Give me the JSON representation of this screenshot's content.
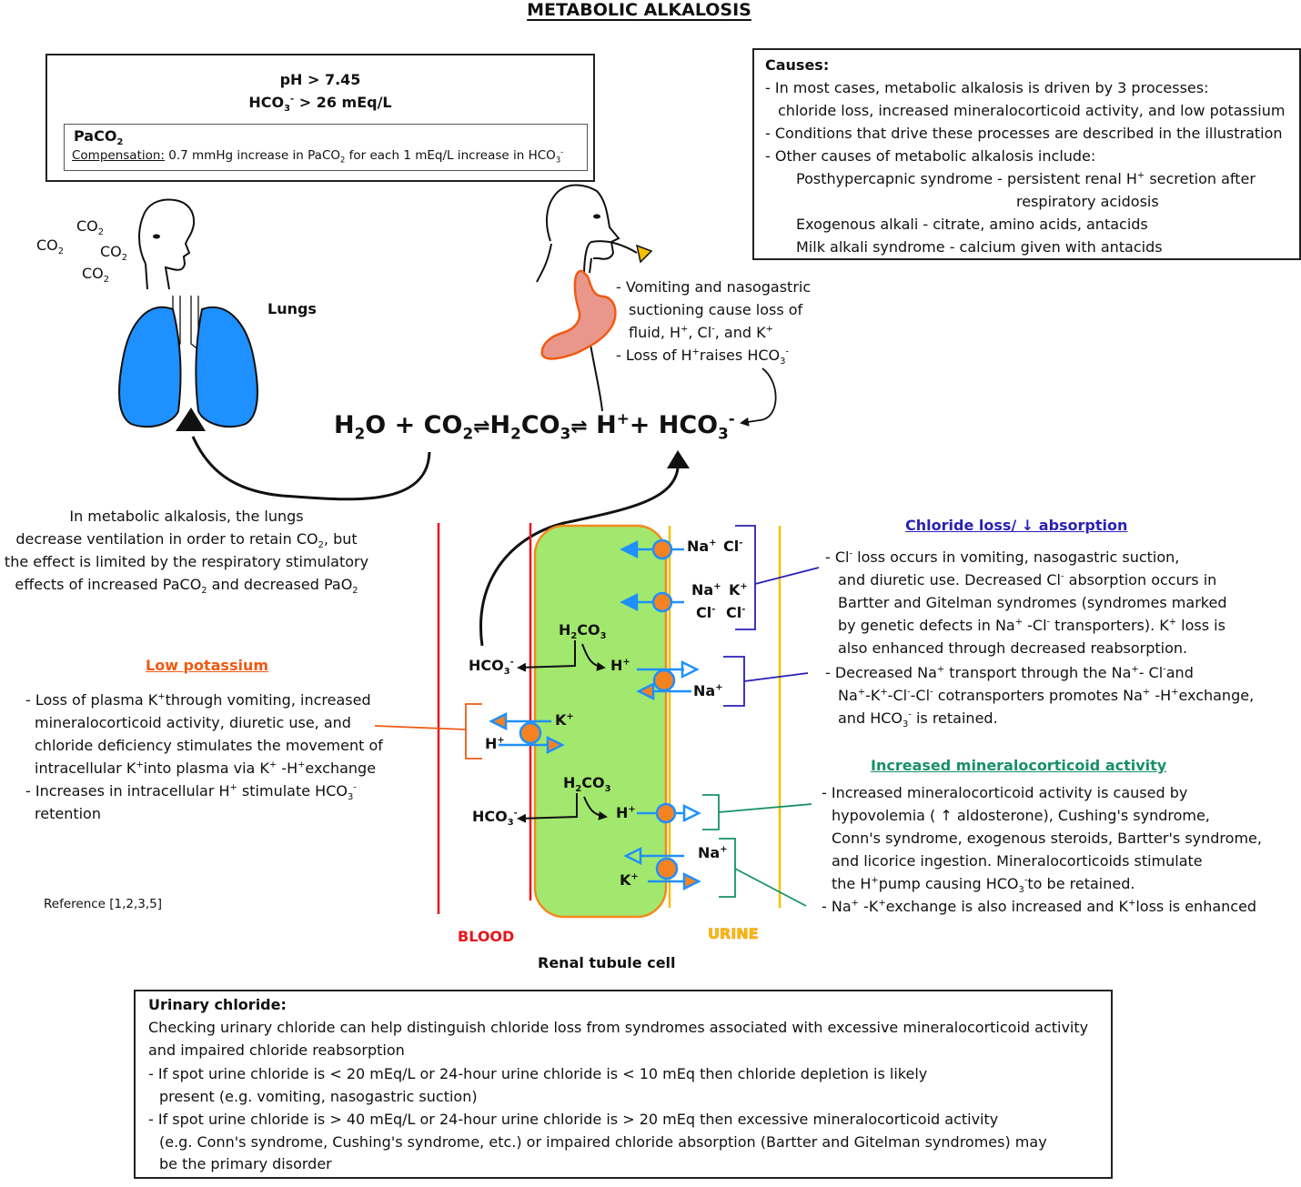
{
  "title": "METABOLIC ALKALOSIS",
  "criteria": {
    "ph": "pH > 7.45",
    "hco3": "HCO",
    "hco3_sub": "3",
    "hco3_sup": "-",
    "hco3_value": " > 26 mEq/L",
    "paco2": "PaCO",
    "paco2_sub": "2",
    "compensation_label": "Compensation:",
    "compensation_text_a": " 0.7 mmHg increase in PaCO",
    "compensation_text_b": " for each 1 mEq/L increase in HCO"
  },
  "causes": {
    "heading": "Causes:",
    "line1": "- In most cases, metabolic alkalosis is driven by 3 processes:",
    "line2": "chloride loss, increased mineralocorticoid activity, and low potassium",
    "line3": "- Conditions that drive these processes are described in the illustration",
    "line4": "- Other causes of metabolic alkalosis include:",
    "line5a": "Posthypercapnic syndrome - persistent renal H",
    "line5b": " secretion after",
    "line6": "respiratory acidosis",
    "line7": "Exogenous  alkali - citrate, amino acids, antacids",
    "line8": "Milk alkali syndrome - calcium given with antacids"
  },
  "lungs": {
    "label": "Lungs",
    "co2": "CO",
    "co2_sub": "2"
  },
  "vomiting": {
    "line1": "- Vomiting and nasogastric",
    "line2": "suctioning cause loss of",
    "line3a": "fluid, H",
    "line3b": ", Cl",
    "line3c": ", and K",
    "line4a": "- Loss of H",
    "line4b": "raises HCO"
  },
  "equation": {
    "h2o": "H",
    "o": "O",
    "plus": " + ",
    "co2": "CO",
    "h2co3_h": "H",
    "h2co3_co": "CO",
    "h": "H",
    "hco3": "HCO",
    "sub2": "2",
    "sub3": "3"
  },
  "resp_note": {
    "line1": "In metabolic alkalosis, the lungs",
    "line2a": "decrease ventilation in order to retain CO",
    "line2b": ", but",
    "line3": "the effect is limited by the respiratory stimulatory",
    "line4a": "effects of increased PaCO",
    "line4b": " and decreased PaO"
  },
  "low_potassium": {
    "heading": "Low potassium",
    "line1a": "- Loss of plasma K",
    "line1b": "through vomiting, increased",
    "line2": "mineralocorticoid activity, diuretic use, and",
    "line3": "chloride deficiency stimulates the movement of",
    "line4a": "intracellular K",
    "line4b": "into plasma via K",
    "line4c": " -H",
    "line4d": "exchange",
    "line5a": "- Increases in intracellular H",
    "line5b": " stimulate HCO",
    "line6": "retention"
  },
  "chloride_loss": {
    "heading": "Chloride loss/ ↓ absorption",
    "line1a": "- Cl",
    "line1b": " loss occurs in vomiting, nasogastric suction,",
    "line2a": "and diuretic use. Decreased Cl",
    "line2b": " absorption occurs in",
    "line3": "Bartter and Gitelman syndromes (syndromes marked",
    "line4a": "by genetic defects in Na",
    "line4b": " -Cl",
    "line4c": " transporters). K",
    "line4d": " loss is",
    "line5": "also enhanced through decreased reabsorption.",
    "line6a": "- Decreased Na",
    "line6b": " transport through the Na",
    "line6c": "- Cl",
    "line6d": "and",
    "line7a": "Na",
    "line7b": "-K",
    "line7c": "-Cl",
    "line7d": "-Cl",
    "line7e": " cotransporters promotes Na",
    "line7f": " -H",
    "line7g": "exchange,",
    "line8a": "and HCO",
    "line8b": " is retained."
  },
  "mineralocorticoid": {
    "heading": "Increased mineralocorticoid activity",
    "line1": "- Increased mineralocorticoid activity is caused by",
    "line2": "hypovolemia ( ↑ aldosterone), Cushing's syndrome,",
    "line3": "Conn's syndrome, exogenous steroids, Bartter's syndrome,",
    "line4": "and licorice ingestion. Mineralocorticoids stimulate",
    "line5a": "the H",
    "line5b": "pump causing HCO",
    "line5c": "to be retained.",
    "line6a": "- Na",
    "line6b": " -K",
    "line6c": "exchange is also increased and K",
    "line6d": "loss is enhanced"
  },
  "cell_labels": {
    "na": "Na",
    "cl": "Cl",
    "k": "K",
    "h": "H",
    "hco3": "HCO",
    "h2co3_h": "H",
    "h2co3_co": "CO",
    "plus": "+",
    "minus": "-",
    "blood": "BLOOD",
    "urine": "URINE",
    "cell": "Renal tubule cell"
  },
  "reference": "Reference [1,2,3,5]",
  "urinary": {
    "heading": "Urinary chloride:",
    "line1": "Checking urinary chloride can help distinguish chloride loss from syndromes associated with excessive mineralocorticoid activity",
    "line2": "and impaired chloride reabsorption",
    "line3": "- If spot urine chloride is < 20 mEq/L or 24-hour urine chloride is < 10 mEq then chloride depletion is likely",
    "line4": "present (e.g. vomiting, nasogastric suction)",
    "line5": "- If spot urine chloride is > 40 mEq/L or 24-hour urine chloride is > 20 mEq then excessive mineralocorticoid activity",
    "line6": "(e.g. Conn's syndrome, Cushing's syndrome, etc.) or  impaired chloride absorption (Bartter and Gitelman syndromes) may",
    "line7": "be the primary disorder"
  },
  "colors": {
    "blood": "#e8141a",
    "urine": "#f5c000",
    "cell_fill": "#a3e86e",
    "cell_stroke": "#f28a1e",
    "transporter": "#1e90ff",
    "transporter_fill": "#f58220",
    "lungs": "#1e90ff",
    "stomach": "#e8978a"
  }
}
